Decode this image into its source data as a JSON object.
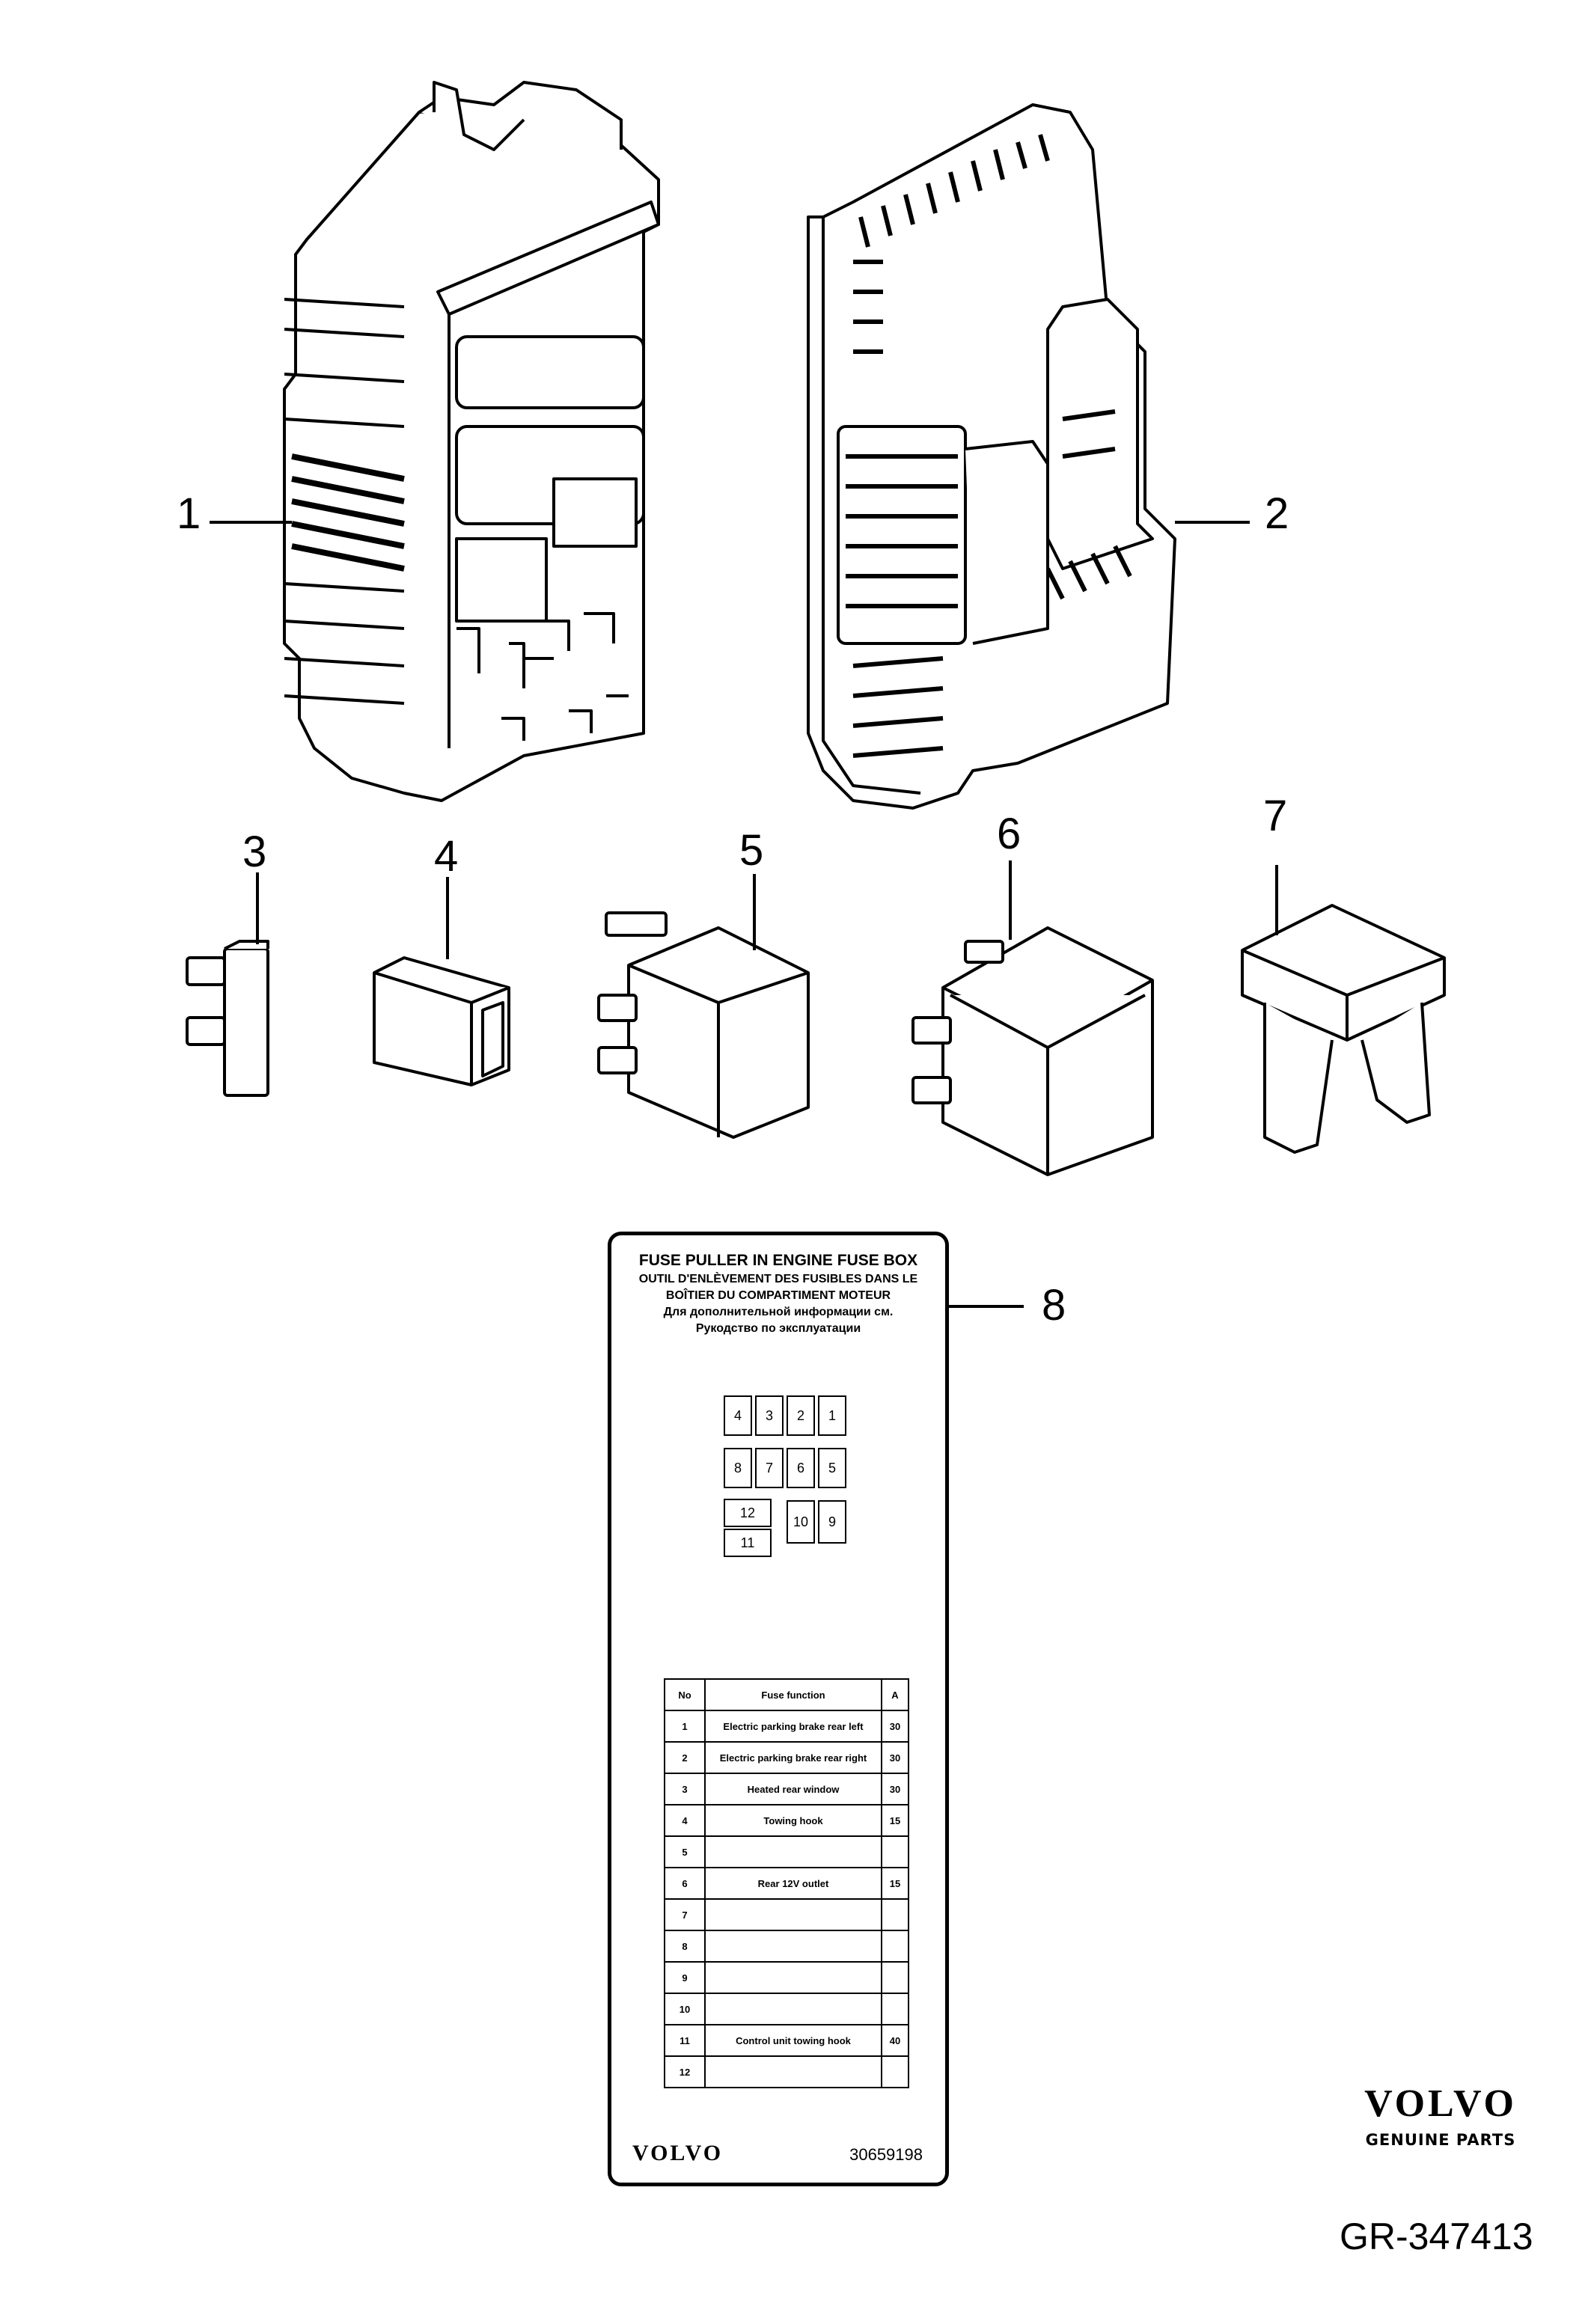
{
  "callouts": [
    "1",
    "2",
    "3",
    "4",
    "5",
    "6",
    "7",
    "8"
  ],
  "label": {
    "title": "FUSE PULLER IN ENGINE FUSE BOX",
    "title_fr_1": "OUTIL D'ENLÈVEMENT DES FUSIBLES DANS LE",
    "title_fr_2": "BOÎTIER DU COMPARTIMENT MOTEUR",
    "title_ru_1": "Для дополнительной информации см.",
    "title_ru_2": "Рукодство по эксплуатации",
    "fuse_positions": [
      "4",
      "3",
      "2",
      "1",
      "8",
      "7",
      "6",
      "5",
      "12",
      "11",
      "10",
      "9"
    ],
    "table": {
      "headers": [
        "No",
        "Fuse function",
        "A"
      ],
      "rows": [
        [
          "1",
          "Electric parking brake rear left",
          "30"
        ],
        [
          "2",
          "Electric parking brake rear right",
          "30"
        ],
        [
          "3",
          "Heated rear window",
          "30"
        ],
        [
          "4",
          "Towing hook",
          "15"
        ],
        [
          "5",
          "",
          ""
        ],
        [
          "6",
          "Rear 12V  outlet",
          "15"
        ],
        [
          "7",
          "",
          ""
        ],
        [
          "8",
          "",
          ""
        ],
        [
          "9",
          "",
          ""
        ],
        [
          "10",
          "",
          ""
        ],
        [
          "11",
          "Control unit towing hook",
          "40"
        ],
        [
          "12",
          "",
          ""
        ]
      ]
    },
    "brand": "VOLVO",
    "part_number": "30659198"
  },
  "footer": {
    "brand": "VOLVO",
    "brand_sub": "GENUINE PARTS",
    "figure_id": "GR-347413"
  }
}
